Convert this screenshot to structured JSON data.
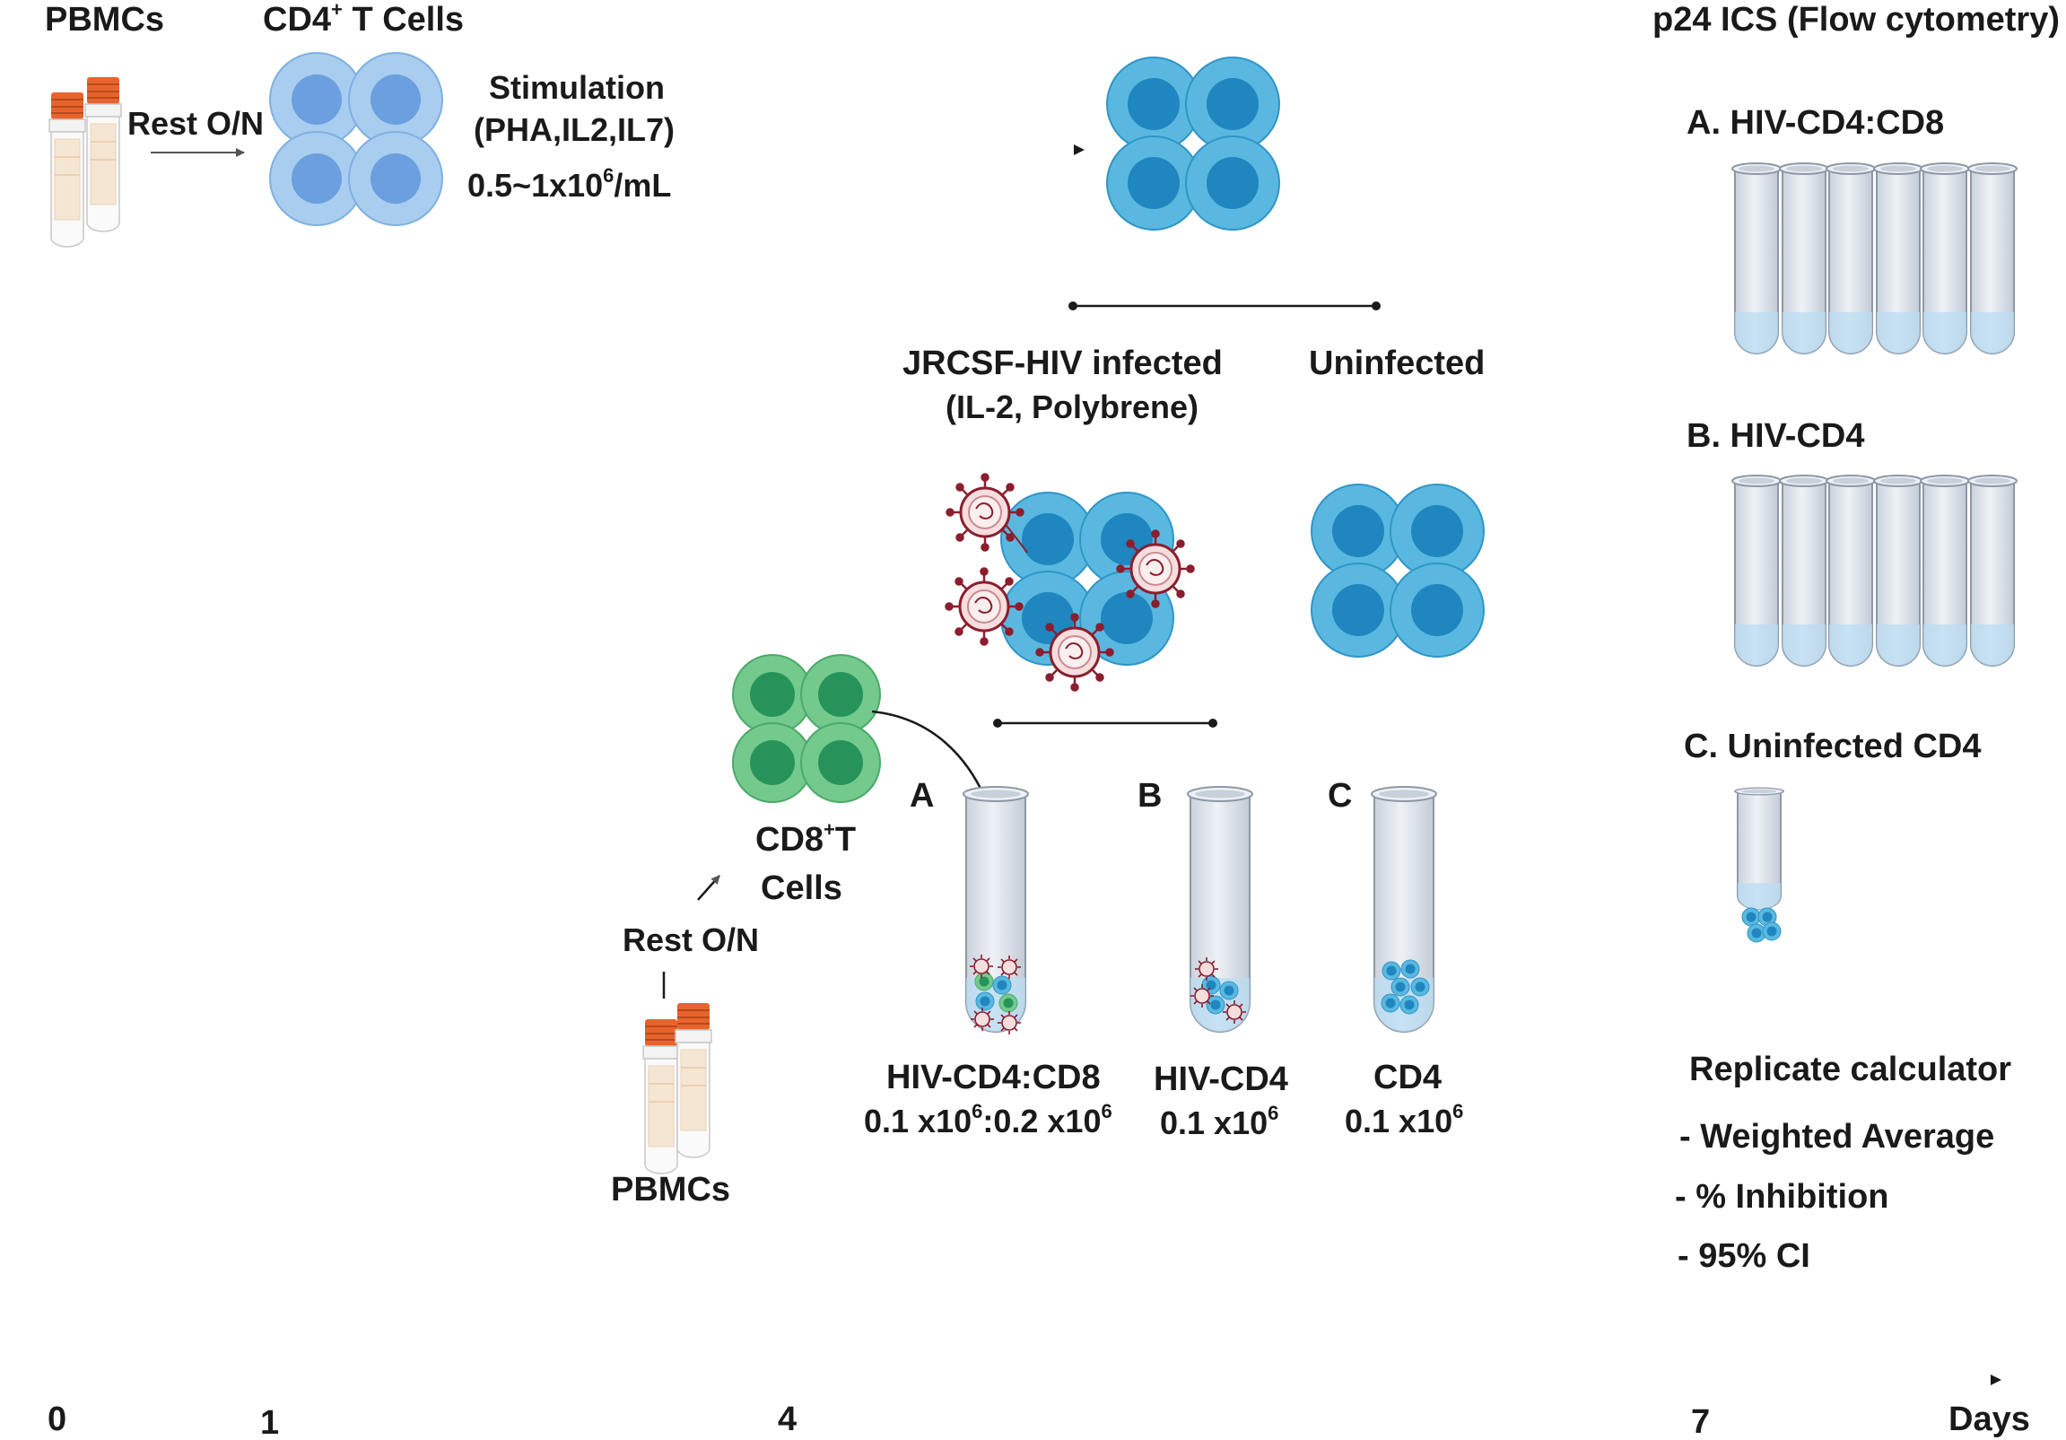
{
  "labels": {
    "pbmcs_top": "PBMCs",
    "cd4_title_main": "CD4",
    "cd4_title_sup": "+",
    "cd4_title_rest": " T Cells",
    "rest_on_top": "Rest O/N",
    "stimulation": "Stimulation",
    "stim_agents": "(PHA,IL2,IL7)",
    "density_main": "0.5~1x10",
    "density_sup": "6",
    "density_unit": "/mL",
    "infected": "JRCSF-HIV infected",
    "infected_sub": "(IL-2, Polybrene)",
    "uninfected": "Uninfected",
    "cd8_main": "CD8",
    "cd8_sup": "+",
    "cd8_rest": "T",
    "cd8_line2": "Cells",
    "rest_on_bottom": "Rest O/N",
    "pbmcs_bottom": "PBMCs",
    "tube_a_letter": "A",
    "tube_b_letter": "B",
    "tube_c_letter": "C",
    "tube_a_name": "HIV-CD4:CD8",
    "tube_a_c1": "0.1 x10",
    "tube_a_s1": "6",
    "tube_a_c2": ":0.2 x10",
    "tube_a_s2": "6",
    "tube_b_name": "HIV-CD4",
    "tube_b_c1": "0.1 x10",
    "tube_b_s1": "6",
    "tube_c_name": "CD4",
    "tube_c_c1": "0.1 x10",
    "tube_c_s1": "6",
    "p24_title": "p24 ICS (Flow cytometry)",
    "group_a": "A. HIV-CD4:CD8",
    "group_b": "B. HIV-CD4",
    "group_c": "C. Uninfected CD4",
    "calc_title": "Replicate calculator",
    "calc_items": [
      "-  Weighted Average",
      "-  % Inhibition",
      "-  95% CI"
    ],
    "timeline_ticks": [
      "0",
      "1",
      "4",
      "7"
    ],
    "timeline_unit": "Days"
  },
  "colors": {
    "cd4_resting_outer": "#a9cdef",
    "cd4_resting_inner": "#6a9fe0",
    "cd4_active_outer": "#5ab8e0",
    "cd4_active_inner": "#1f86bf",
    "cd8_outer": "#74c98c",
    "cd8_inner": "#26945a",
    "virus": "#8b1e2e",
    "vial_cap": "#e8642c",
    "tube_glass": "#dde3ea",
    "axis": "#1a1a1a"
  },
  "icons": [
    "cell-cluster-icon",
    "vial-icon",
    "virus-icon",
    "test-tube-icon",
    "arrow-icon"
  ]
}
